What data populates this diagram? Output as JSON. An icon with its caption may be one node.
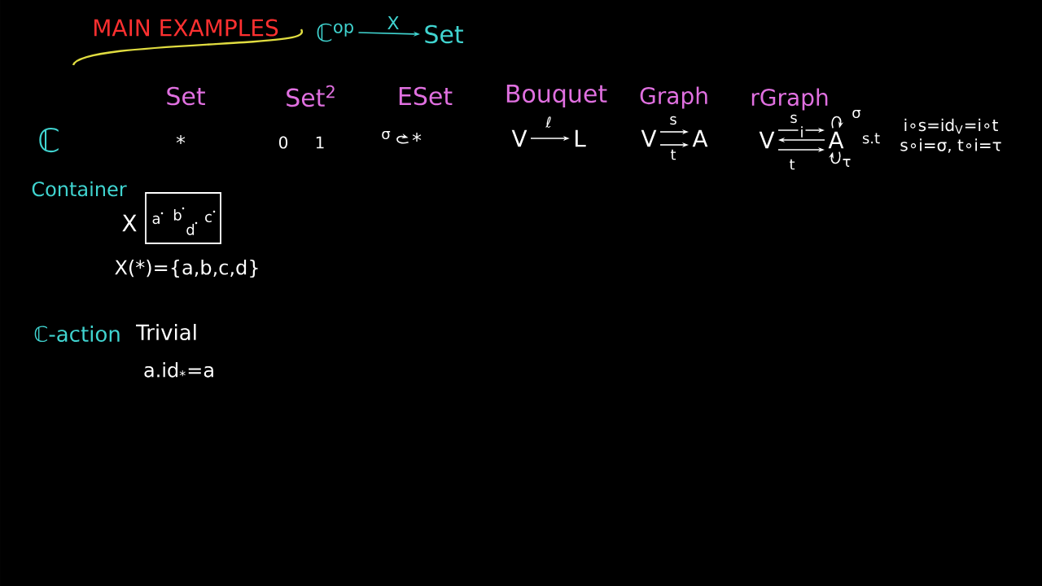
{
  "diagram": {
    "title": "MAIN EXAMPLES",
    "nodes": [
      {
        "text": [
          "ℂ$^{op}$"
        ]
      },
      {
        "text": [
          "Set"
        ]
      },
      {
        "text": [
          "*"
        ]
      },
      {
        "text": [
          "V"
        ]
      },
      {
        "text": [
          "L"
        ]
      },
      {
        "text": [
          "V"
        ]
      },
      {
        "text": [
          "A"
        ]
      },
      {
        "text": [
          "V"
        ]
      },
      {
        "text": [
          "A"
        ]
      },
      {
        "text": [
          "a",
          "b",
          "c",
          "d"
        ],
        "beside": [
          "X"
        ]
      }
    ],
    "edges": [
      {
        "from": 0,
        "to": 1,
        "arrow": "to",
        "label": "X",
        "color": "#40d4d0"
      },
      {
        "from": 2,
        "to": 2,
        "arrow": "to",
        "label": "σ"
      },
      {
        "from": 3,
        "to": 4,
        "arrow": "to",
        "label": "ℓ"
      },
      {
        "from": 5,
        "to": 6,
        "arrow": "to",
        "label": "s"
      },
      {
        "from": 5,
        "to": 6,
        "arrow": "to",
        "label": "t"
      },
      {
        "from": 7,
        "to": 8,
        "arrow": "to",
        "label": "s"
      },
      {
        "from": 8,
        "to": 7,
        "arrow": "to",
        "label": "i"
      },
      {
        "from": 7,
        "to": 8,
        "arrow": "to",
        "label": "t"
      },
      {
        "from": 8,
        "to": 8,
        "arrow": "to",
        "label": "σ"
      },
      {
        "from": 8,
        "to": 8,
        "arrow": "to",
        "label": "τ"
      }
    ],
    "labels": [
      "Set",
      "Set$^{2}$",
      "ESet",
      "Bouquet",
      "Graph",
      "rGraph",
      "ℂ",
      "*",
      "0",
      "1",
      "s.t",
      "i∘s=id$_{V}$=i∘t",
      "s∘i=σ, t∘i=τ",
      "Container",
      "X(*)={a,b,c,d}",
      "ℂ-action",
      "Trivial",
      "a.id$_{*}$=a"
    ]
  }
}
